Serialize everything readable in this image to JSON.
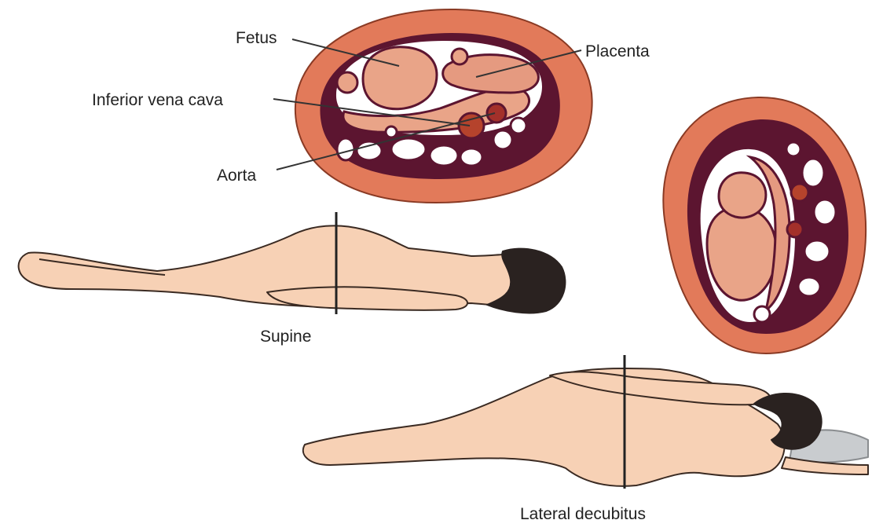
{
  "labels": {
    "fetus": "Fetus",
    "placenta": "Placenta",
    "inferior_vena_cava": "Inferior vena cava",
    "aorta": "Aorta",
    "supine": "Supine",
    "lateral_decubitus": "Lateral decubitus"
  },
  "colors": {
    "outer_tissue": "#e27a5a",
    "outer_edge": "#8a3a24",
    "cavity_dark": "#5c1530",
    "fetus_fill": "#e9a488",
    "placenta_fill": "#e59a80",
    "skin": "#f7d1b5",
    "skin_outline": "#3a2a22",
    "hair": "#2a2220",
    "pillow": "#c9cccf",
    "line": "#222222"
  }
}
